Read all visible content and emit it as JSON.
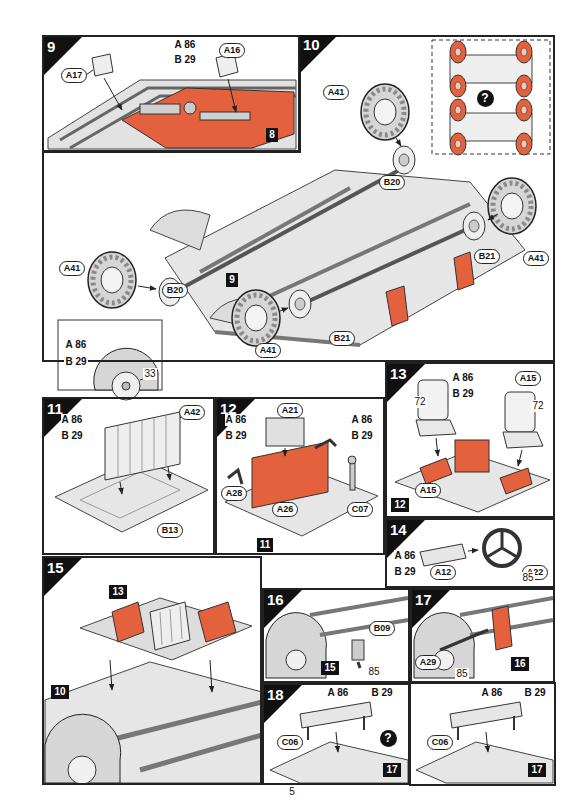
{
  "diagram": {
    "nodes": [
      {
        "text": [
          "9"
        ]
      },
      {
        "text": [
          "A17"
        ],
        "in": 0
      },
      {
        "text": [
          "A16"
        ],
        "in": 0
      },
      {
        "text": [
          "10"
        ]
      },
      {
        "text": [
          "A41"
        ],
        "in": 3
      },
      {
        "text": [
          "B20"
        ],
        "in": 3
      },
      {
        "text": [
          "B21"
        ],
        "in": 3
      },
      {
        "text": [
          "A41"
        ],
        "in": 3
      },
      {
        "text": [
          "A41"
        ],
        "in": 3
      },
      {
        "text": [
          "B20"
        ],
        "in": 3
      },
      {
        "text": [
          "B21"
        ],
        "in": 3
      },
      {
        "text": [
          "A41"
        ],
        "in": 3
      },
      {
        "text": [
          "11"
        ]
      },
      {
        "text": [
          "A42"
        ],
        "in": 12
      },
      {
        "text": [
          "B13"
        ],
        "in": 12
      },
      {
        "text": [
          "12"
        ]
      },
      {
        "text": [
          "A21"
        ],
        "in": 15
      },
      {
        "text": [
          "A28"
        ],
        "in": 15
      },
      {
        "text": [
          "A26"
        ],
        "in": 15
      },
      {
        "text": [
          "C07"
        ],
        "in": 15
      },
      {
        "text": [
          "13"
        ]
      },
      {
        "text": [
          "A15"
        ],
        "in": 20
      },
      {
        "text": [
          "A15"
        ],
        "in": 20
      },
      {
        "text": [
          "14"
        ]
      },
      {
        "text": [
          "A12"
        ],
        "in": 23
      },
      {
        "text": [
          "A22"
        ],
        "in": 23
      },
      {
        "text": [
          "15"
        ]
      },
      {
        "text": [
          "16"
        ]
      },
      {
        "text": [
          "B09"
        ],
        "in": 27
      },
      {
        "text": [
          "17"
        ]
      },
      {
        "text": [
          "A29"
        ],
        "in": 29
      },
      {
        "text": [
          "18"
        ]
      },
      {
        "text": [
          "C06"
        ],
        "in": 31
      },
      {
        "text": [
          "C06"
        ]
      }
    ],
    "labels": [
      "A 86",
      "B 29",
      "8",
      "9",
      "?",
      "A 86",
      "B 29",
      "33",
      "A 86",
      "B 29",
      "A 86",
      "B 29",
      "A 86",
      "B 29",
      "11",
      "A 86",
      "B 29",
      "72",
      "72",
      "12",
      "A 86",
      "B 29",
      "85",
      "13",
      "10",
      "15",
      "85",
      "16",
      "85",
      "A 86",
      "B 29",
      "?",
      "17",
      "A 86",
      "B 29",
      "17",
      "5"
    ]
  }
}
